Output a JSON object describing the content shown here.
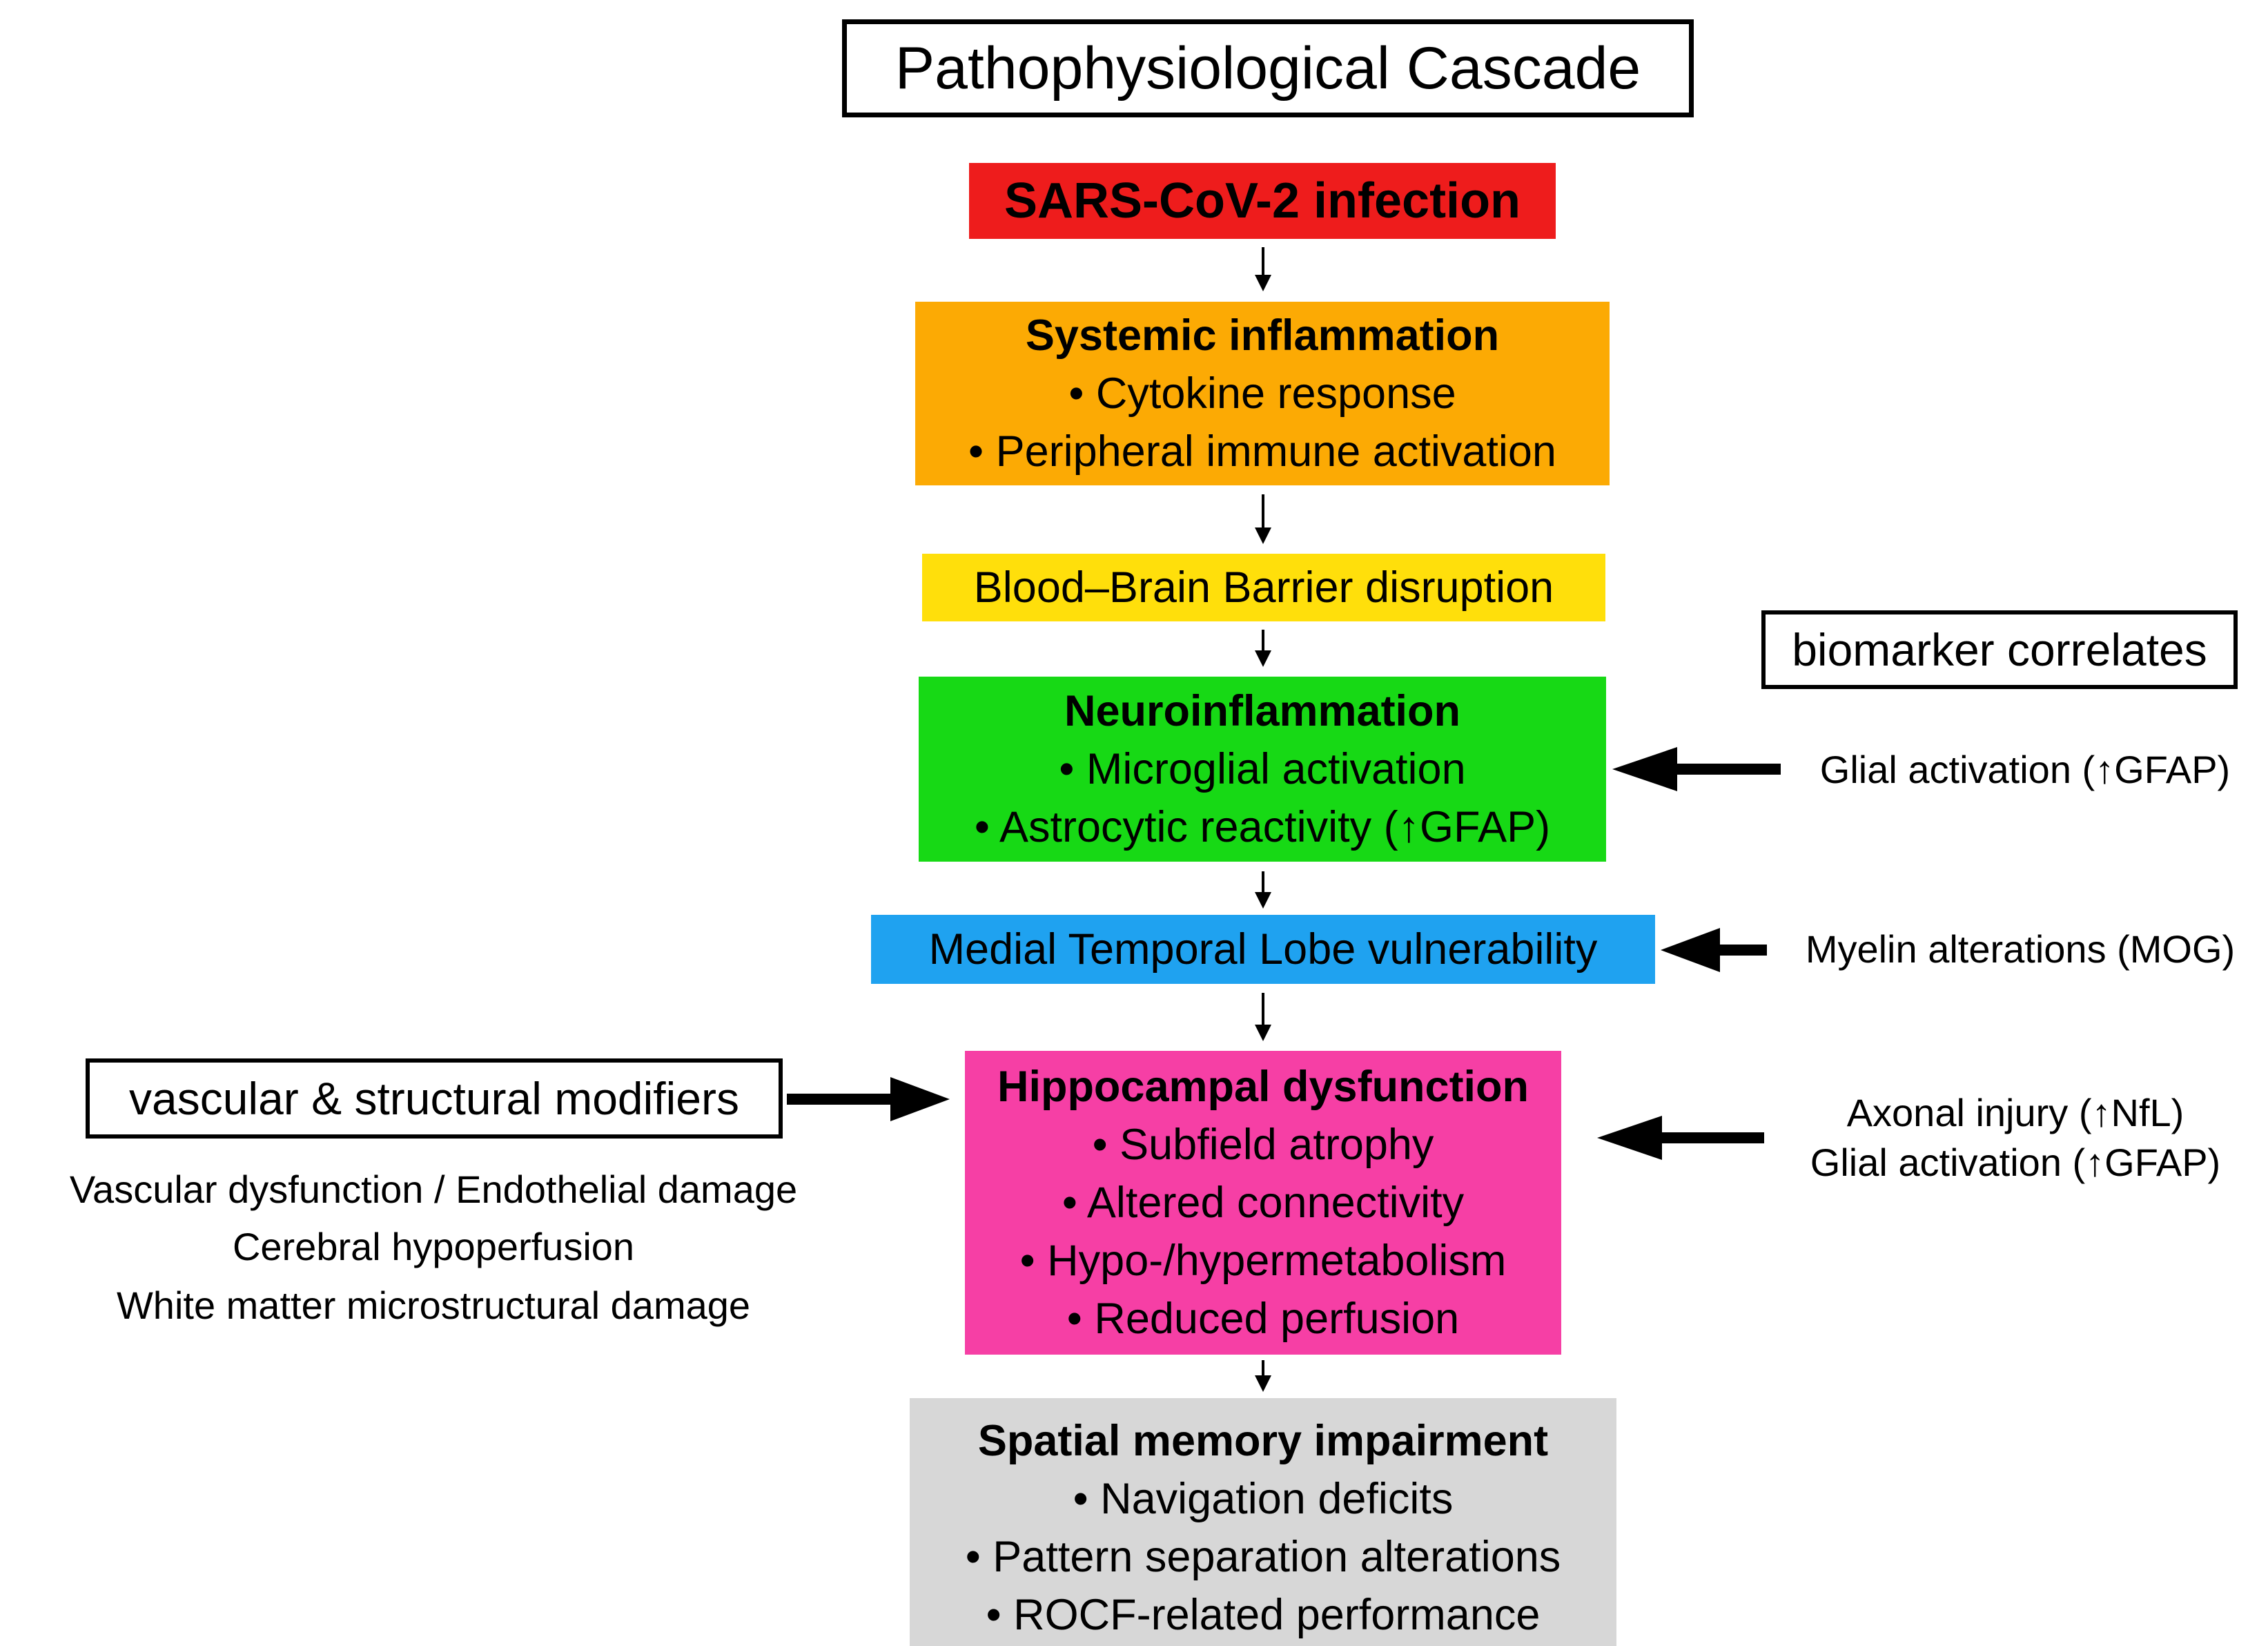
{
  "title": "Pathophysiological Cascade",
  "colors": {
    "infection": "#ee1c1c",
    "systemic": "#fcaa04",
    "bbb": "#ffdf0b",
    "neuro": "#17d915",
    "mtl": "#1fa2f0",
    "hippo": "#f63fa5",
    "memory": "#d7d7d7"
  },
  "stages": {
    "infection": {
      "title": "SARS-CoV-2 infection"
    },
    "systemic": {
      "title": "Systemic inflammation",
      "bullets": [
        "• Cytokine response",
        "• Peripheral immune activation"
      ]
    },
    "bbb": {
      "title": "Blood–Brain Barrier disruption"
    },
    "neuro": {
      "title": "Neuroinflammation",
      "bullets": [
        "• Microglial activation",
        "• Astrocytic reactivity (↑GFAP)"
      ]
    },
    "mtl": {
      "title": "Medial Temporal Lobe vulnerability"
    },
    "hippo": {
      "title": "Hippocampal dysfunction",
      "bullets": [
        "• Subfield atrophy",
        "• Altered connectivity",
        "• Hypo-/hypermetabolism",
        "• Reduced perfusion"
      ]
    },
    "memory": {
      "title": "Spatial memory impairment",
      "bullets": [
        "• Navigation deficits",
        "• Pattern separation alterations",
        "• ROCF-related performance"
      ]
    }
  },
  "biomarkers": {
    "label": "biomarker correlates",
    "neuro": "Glial activation (↑GFAP)",
    "mtl": "Myelin alterations (MOG)",
    "hippo": [
      "Axonal injury (↑NfL)",
      "Glial activation (↑GFAP)"
    ]
  },
  "modifiers": {
    "label": "vascular & structural modifiers",
    "items": [
      "Vascular dysfunction / Endothelial damage",
      "Cerebral hypoperfusion",
      "White matter microstructural damage"
    ]
  }
}
